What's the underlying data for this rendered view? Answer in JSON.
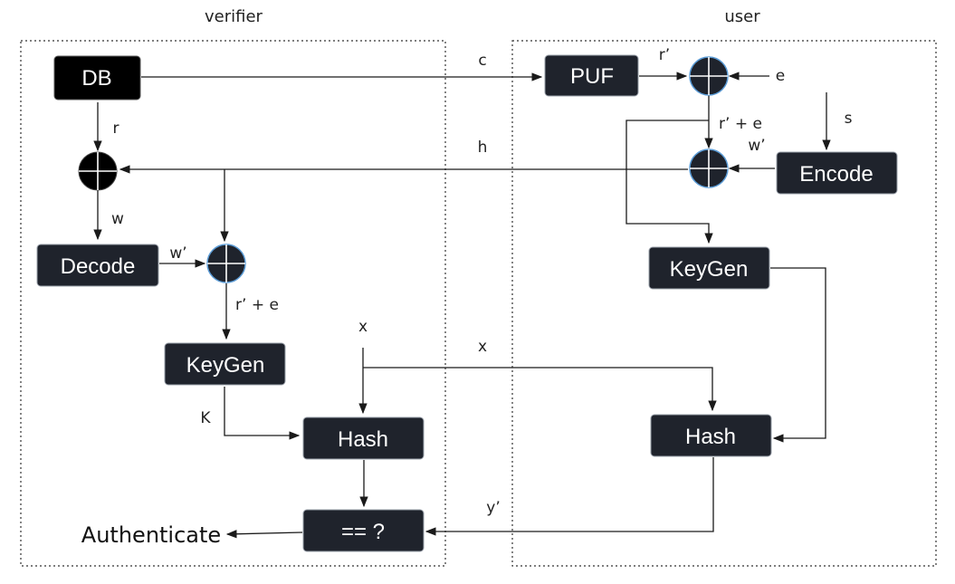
{
  "regions": {
    "verifier": "verifier",
    "user": "user"
  },
  "blocks": {
    "db": "DB",
    "puf": "PUF",
    "encode": "Encode",
    "decode": "Decode",
    "keygen_verifier": "KeyGen",
    "keygen_user": "KeyGen",
    "hash_verifier": "Hash",
    "hash_user": "Hash",
    "compare": "== ?"
  },
  "output": "Authenticate",
  "signals": {
    "c": "c",
    "r_prime_top": "r’",
    "e": "e",
    "s": "s",
    "r_prime_plus_e_user": "r’ + e",
    "w_prime_user": "w’",
    "h": "h",
    "r": "r",
    "w": "w",
    "w_prime_verifier": "w’",
    "r_prime_plus_e_verifier": "r’ + e",
    "x_verifier": "x",
    "x_link": "x",
    "k": "K",
    "y_prime": "y’"
  }
}
